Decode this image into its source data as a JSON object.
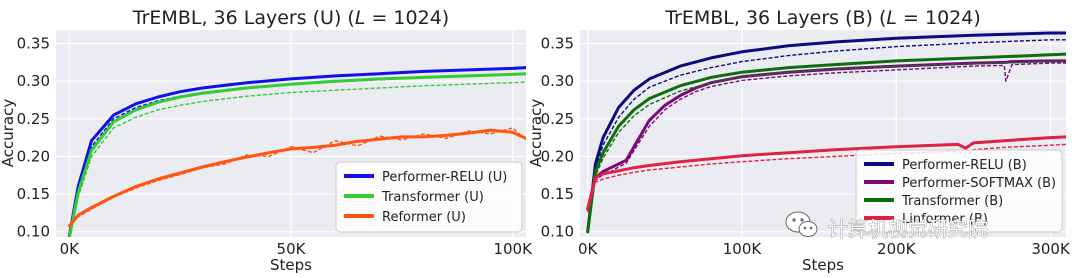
{
  "watermark": {
    "text": "计算机视觉研究院",
    "icon": "wechat-icon"
  },
  "chart_data": [
    {
      "type": "line",
      "title": "TrEMBL, 36 Layers (U) (L = 1024)",
      "title_parts": [
        "TrEMBL, 36 Layers (U) (",
        "L",
        " = 1024)"
      ],
      "xlabel": "Steps",
      "ylabel": "Accuracy",
      "xlim": [
        -3000,
        103000
      ],
      "ylim": [
        0.093,
        0.368
      ],
      "xticks": [
        0,
        50000,
        100000
      ],
      "xtick_labels": [
        "0K",
        "50K",
        "100K"
      ],
      "yticks": [
        0.1,
        0.15,
        0.2,
        0.25,
        0.3,
        0.35
      ],
      "ytick_labels": [
        "0.10",
        "0.15",
        "0.20",
        "0.25",
        "0.30",
        "0.35"
      ],
      "grid": true,
      "legend_position": "bottom-right",
      "series": [
        {
          "name": "Performer-RELU (U)",
          "color": "#1010ee",
          "x": [
            0,
            2000,
            5000,
            10000,
            15000,
            20000,
            25000,
            30000,
            40000,
            50000,
            60000,
            70000,
            80000,
            90000,
            100000,
            103000
          ],
          "y": [
            0.094,
            0.16,
            0.221,
            0.255,
            0.27,
            0.279,
            0.286,
            0.291,
            0.298,
            0.303,
            0.307,
            0.31,
            0.313,
            0.315,
            0.317,
            0.318
          ],
          "dashed_y": [
            0.092,
            0.15,
            0.213,
            0.25,
            0.265,
            0.274,
            0.28,
            0.285,
            0.292,
            0.296,
            0.299,
            0.302,
            0.305,
            0.307,
            0.309,
            0.31
          ]
        },
        {
          "name": "Transformer (U)",
          "color": "#33cc33",
          "x": [
            0,
            2000,
            5000,
            10000,
            15000,
            20000,
            25000,
            30000,
            40000,
            50000,
            60000,
            70000,
            80000,
            90000,
            100000,
            103000
          ],
          "y": [
            0.092,
            0.152,
            0.208,
            0.246,
            0.262,
            0.272,
            0.279,
            0.284,
            0.291,
            0.296,
            0.3,
            0.303,
            0.305,
            0.307,
            0.309,
            0.31
          ],
          "dashed_y": [
            0.09,
            0.146,
            0.2,
            0.238,
            0.252,
            0.262,
            0.268,
            0.273,
            0.28,
            0.285,
            0.288,
            0.291,
            0.294,
            0.296,
            0.298,
            0.299
          ]
        },
        {
          "name": "Reformer (U)",
          "color": "#ff5511",
          "x": [
            0,
            2000,
            5000,
            10000,
            15000,
            20000,
            25000,
            30000,
            35000,
            40000,
            45000,
            50000,
            55000,
            60000,
            65000,
            70000,
            75000,
            80000,
            85000,
            90000,
            95000,
            100000,
            103000
          ],
          "y": [
            0.108,
            0.122,
            0.132,
            0.147,
            0.16,
            0.17,
            0.178,
            0.186,
            0.193,
            0.199,
            0.205,
            0.21,
            0.212,
            0.215,
            0.22,
            0.223,
            0.226,
            0.226,
            0.228,
            0.231,
            0.235,
            0.232,
            0.224
          ],
          "dashed_y": [
            0.106,
            0.12,
            0.13,
            0.146,
            0.158,
            0.168,
            0.176,
            0.185,
            0.19,
            0.202,
            0.2,
            0.213,
            0.205,
            0.221,
            0.214,
            0.227,
            0.222,
            0.23,
            0.224,
            0.234,
            0.23,
            0.238,
            0.222
          ]
        }
      ]
    },
    {
      "type": "line",
      "title": "TrEMBL, 36 Layers (B) (L = 1024)",
      "title_parts": [
        "TrEMBL, 36 Layers (B) (",
        "L",
        " = 1024)"
      ],
      "xlabel": "Steps",
      "ylabel": "Accuracy",
      "xlim": [
        -5000,
        310000
      ],
      "ylim": [
        0.093,
        0.368
      ],
      "xticks": [
        0,
        100000,
        200000,
        300000
      ],
      "xtick_labels": [
        "0K",
        "100K",
        "200K",
        "300K"
      ],
      "yticks": [
        0.1,
        0.15,
        0.2,
        0.25,
        0.3,
        0.35
      ],
      "ytick_labels": [
        "0.10",
        "0.15",
        "0.20",
        "0.25",
        "0.30",
        "0.35"
      ],
      "grid": true,
      "legend_position": "bottom-right",
      "series": [
        {
          "name": "Performer-RELU (B)",
          "color": "#0c0c80",
          "x": [
            0,
            5000,
            10000,
            20000,
            30000,
            40000,
            60000,
            80000,
            100000,
            130000,
            160000,
            200000,
            250000,
            300000,
            310000
          ],
          "y": [
            0.1,
            0.19,
            0.225,
            0.265,
            0.288,
            0.303,
            0.32,
            0.331,
            0.339,
            0.347,
            0.352,
            0.357,
            0.361,
            0.364,
            0.364
          ],
          "dashed_y": [
            0.098,
            0.184,
            0.215,
            0.252,
            0.276,
            0.292,
            0.308,
            0.318,
            0.326,
            0.334,
            0.34,
            0.346,
            0.351,
            0.355,
            0.355
          ]
        },
        {
          "name": "Performer-SOFTMAX (B)",
          "color": "#7a0a7a",
          "x": [
            0,
            5000,
            10000,
            15000,
            20000,
            25000,
            30000,
            40000,
            50000,
            60000,
            70000,
            80000,
            100000,
            130000,
            160000,
            200000,
            250000,
            270000,
            271000,
            275000,
            300000,
            310000
          ],
          "y": [
            0.13,
            0.172,
            0.18,
            0.185,
            0.19,
            0.195,
            0.213,
            0.248,
            0.268,
            0.281,
            0.291,
            0.298,
            0.306,
            0.312,
            0.316,
            0.32,
            0.324,
            0.325,
            0.325,
            0.326,
            0.327,
            0.327
          ],
          "dashed_y": [
            0.128,
            0.168,
            0.176,
            0.18,
            0.186,
            0.191,
            0.208,
            0.24,
            0.262,
            0.276,
            0.286,
            0.293,
            0.301,
            0.307,
            0.311,
            0.315,
            0.32,
            0.321,
            0.3,
            0.322,
            0.324,
            0.324
          ]
        },
        {
          "name": "Transformer (B)",
          "color": "#0e6e0e",
          "x": [
            0,
            5000,
            10000,
            20000,
            30000,
            40000,
            60000,
            80000,
            100000,
            130000,
            160000,
            200000,
            250000,
            300000,
            310000
          ],
          "y": [
            0.1,
            0.18,
            0.205,
            0.24,
            0.262,
            0.277,
            0.294,
            0.305,
            0.312,
            0.318,
            0.322,
            0.327,
            0.331,
            0.335,
            0.336
          ],
          "dashed_y": [
            0.098,
            0.174,
            0.198,
            0.232,
            0.254,
            0.269,
            0.287,
            0.298,
            0.306,
            0.312,
            0.316,
            0.32,
            0.323,
            0.326,
            0.327
          ]
        },
        {
          "name": "Linformer (B)",
          "color": "#dd2244",
          "x": [
            0,
            5000,
            10000,
            20000,
            30000,
            40000,
            60000,
            80000,
            100000,
            130000,
            160000,
            200000,
            240000,
            245000,
            250000,
            270000,
            300000,
            310000
          ],
          "y": [
            0.13,
            0.172,
            0.177,
            0.181,
            0.185,
            0.188,
            0.193,
            0.197,
            0.201,
            0.205,
            0.209,
            0.213,
            0.216,
            0.211,
            0.218,
            0.221,
            0.225,
            0.226
          ],
          "dashed_y": [
            0.126,
            0.166,
            0.17,
            0.175,
            0.179,
            0.182,
            0.186,
            0.19,
            0.193,
            0.197,
            0.2,
            0.204,
            0.207,
            0.2,
            0.209,
            0.212,
            0.215,
            0.216
          ]
        }
      ]
    }
  ]
}
